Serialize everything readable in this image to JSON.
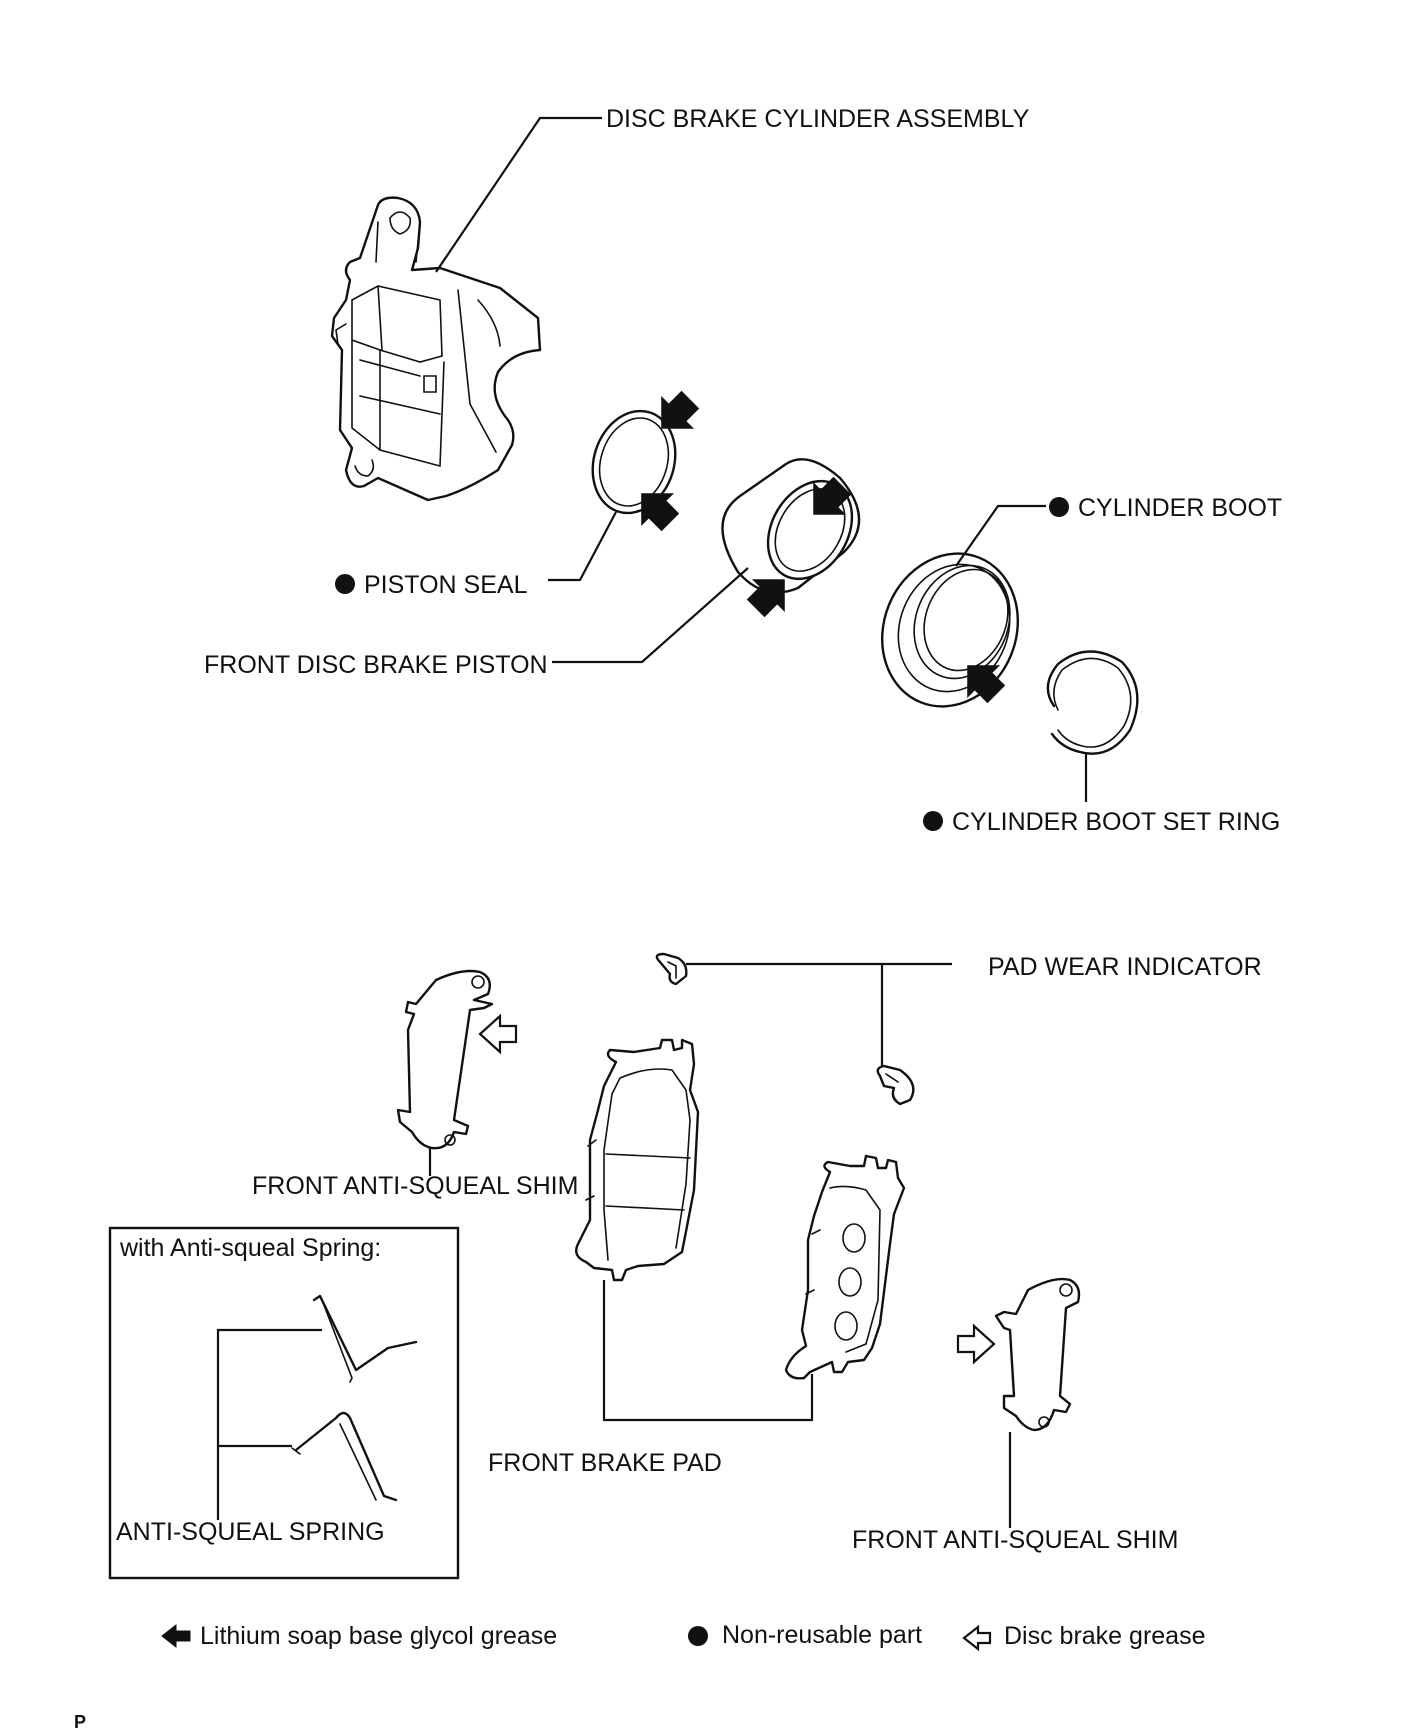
{
  "labels": {
    "disc_brake_cylinder_assembly": "DISC BRAKE CYLINDER ASSEMBLY",
    "piston_seal": "PISTON SEAL",
    "cylinder_boot": "CYLINDER BOOT",
    "front_disc_brake_piston": "FRONT DISC BRAKE PISTON",
    "cylinder_boot_set_ring": "CYLINDER BOOT SET RING",
    "pad_wear_indicator": "PAD WEAR INDICATOR",
    "front_anti_squeal_shim_left": "FRONT ANTI-SQUEAL SHIM",
    "front_anti_squeal_shim_right": "FRONT ANTI-SQUEAL SHIM",
    "front_brake_pad": "FRONT BRAKE PAD"
  },
  "inset": {
    "title": "with Anti-squeal Spring:",
    "spring_label": "ANTI-SQUEAL SPRING"
  },
  "legend": {
    "lithium_grease": "Lithium soap base glycol grease",
    "non_reusable": "Non-reusable part",
    "disc_brake_grease": "Disc brake grease"
  },
  "footer": {
    "corner_mark": "P"
  },
  "colors": {
    "ink": "#111111",
    "background": "#ffffff"
  }
}
